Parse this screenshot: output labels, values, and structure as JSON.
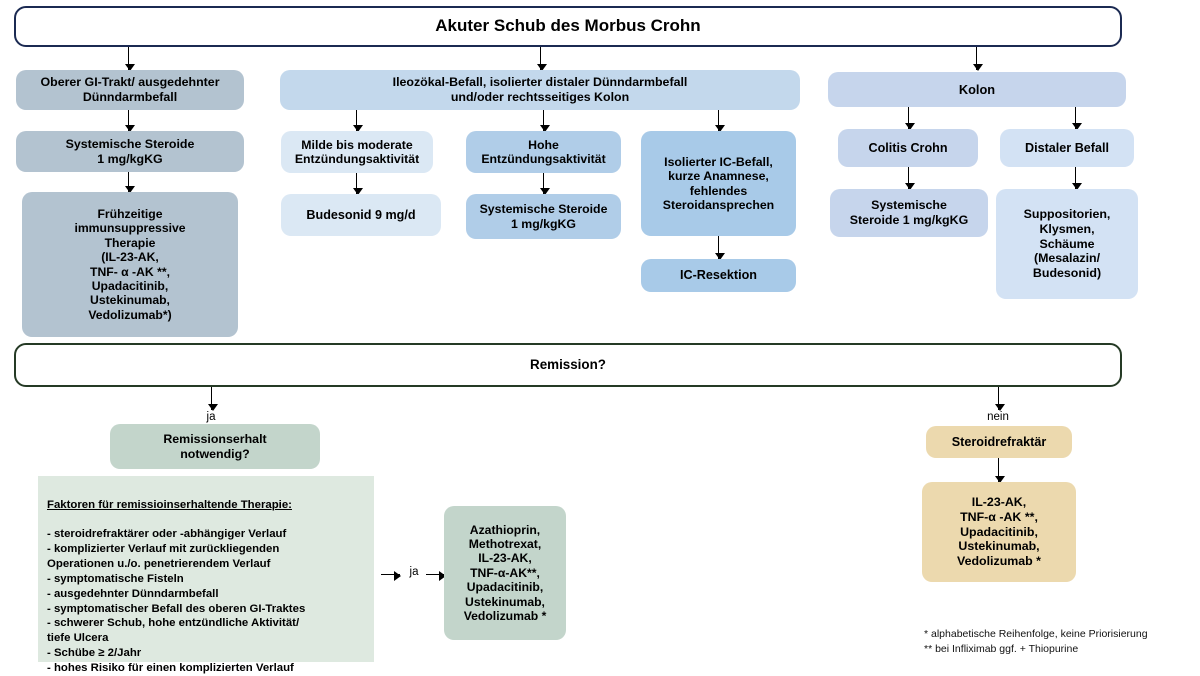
{
  "title_banner": {
    "text": "Akuter Schub des Morbus Crohn"
  },
  "remission_banner": {
    "text": "Remission?"
  },
  "branches": {
    "upper_gi": {
      "head": "Oberer GI-Trakt/ ausgedehnter\nDünndarmbefall",
      "steroids": "Systemische Steroide\n1 mg/kgKG",
      "immunsuppressive": "Frühzeitige\nimmunsuppressive\nTherapie\n(IL-23-AK,\nTNF- α -AK **,\nUpadacitinib,\nUstekinumab,\nVedolizumab*)"
    },
    "ileocecal": {
      "head": "Ileozökal-Befall, isolierter distaler Dünndarmbefall\nund/oder rechtsseitiges Kolon",
      "mild": "Milde bis moderate\nEntzündungsaktivität",
      "budesonid": "Budesonid 9 mg/d",
      "high": "Hohe\nEntzündungsaktivität",
      "steroids": "Systemische Steroide\n1 mg/kgKG",
      "isolated_ic": "Isolierter IC-Befall,\nkurze Anamnese,\nfehlendes\nSteroidansprechen",
      "resection": "IC-Resektion"
    },
    "kolon": {
      "head": "Kolon",
      "colitis": "Colitis Crohn",
      "colitis_steroids": "Systemische\nSteroide 1 mg/kgKG",
      "distal": "Distaler Befall",
      "topical": "Suppositorien,\nKlysmen,\nSchäume\n(Mesalazin/\nBudesonid)"
    }
  },
  "remission_yes": {
    "edge_label": "ja",
    "question": "Remissionserhalt\nnotwendig?",
    "factors_title": "Faktoren für remissioinserhaltende Therapie:",
    "factors": [
      "- steroidrefraktärer oder -abhängiger Verlauf",
      "- komplizierter Verlauf mit zurückliegenden",
      "  Operationen u./o. penetrierendem Verlauf",
      "- symptomatische Fisteln",
      "- ausgedehnter Dünndarmbefall",
      "- symptomatischer Befall des oberen GI-Traktes",
      "- schwerer Schub, hohe entzündliche Aktivität/",
      "  tiefe Ulcera",
      "- Schübe ≥ 2/Jahr",
      "- hohes Risiko für einen komplizierten Verlauf"
    ],
    "ja_label": "ja",
    "maintenance_drugs": "Azathioprin,\nMethotrexat,\nIL-23-AK,\nTNF-α-AK**,\nUpadacitinib,\nUstekinumab,\nVedolizumab *"
  },
  "remission_no": {
    "edge_label": "nein",
    "steroidrefraktaer": "Steroidrefraktär",
    "drugs": "IL-23-AK,\nTNF-α -AK **,\nUpadacitinib,\nUstekinumab,\nVedolizumab *"
  },
  "footnotes": {
    "text": "* alphabetische Reihenfolge, keine Priorisierung\n** bei Infliximab ggf. + Thiopurine"
  },
  "colors": {
    "title_border": "#1b2a52",
    "remission_border": "#253a25",
    "gray_blue": "#b3c3d0",
    "light_blue": "#c3d8ec",
    "mid_blue": "#a8cae8",
    "pale_blue": "#dbe8f4",
    "green": "#c3d5cb",
    "pale_green": "#dee9e0",
    "tan": "#ecd9ae"
  }
}
